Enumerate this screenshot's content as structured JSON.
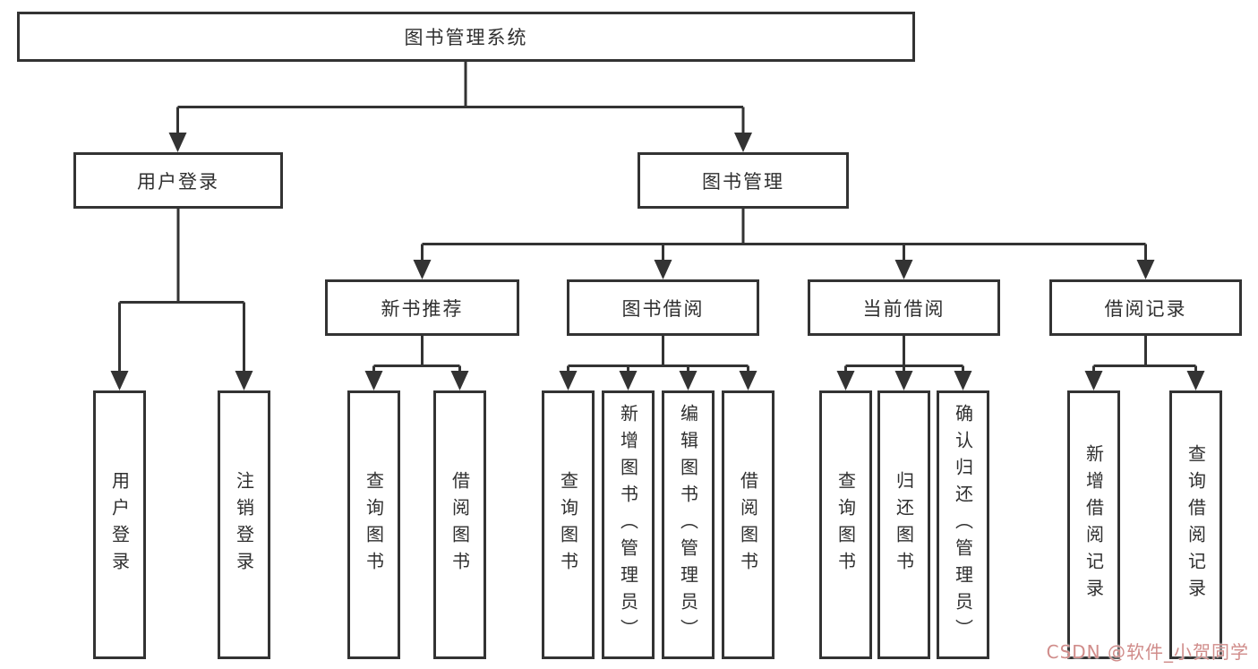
{
  "diagram": {
    "root": "图书管理系统",
    "login": {
      "label": "用户登录",
      "children": [
        "用户登录",
        "注销登录"
      ]
    },
    "manage": {
      "label": "图书管理",
      "groups": [
        {
          "label": "新书推荐",
          "children": [
            "查询图书",
            "借阅图书"
          ]
        },
        {
          "label": "图书借阅",
          "children": [
            "查询图书",
            "新增图书（管理员）",
            "编辑图书（管理员）",
            "借阅图书"
          ]
        },
        {
          "label": "当前借阅",
          "children": [
            "查询图书",
            "归还图书",
            "确认归还（管理员）"
          ]
        },
        {
          "label": "借阅记录",
          "children": [
            "新增借阅记录",
            "查询借阅记录"
          ]
        }
      ]
    }
  },
  "watermark": {
    "text": "CSDN @软件_小贺同学",
    "color": "#d08c8a"
  },
  "colors": {
    "line": "#333333",
    "box_border": "#333333",
    "text": "#2f2f2f",
    "background": "#ffffff"
  }
}
